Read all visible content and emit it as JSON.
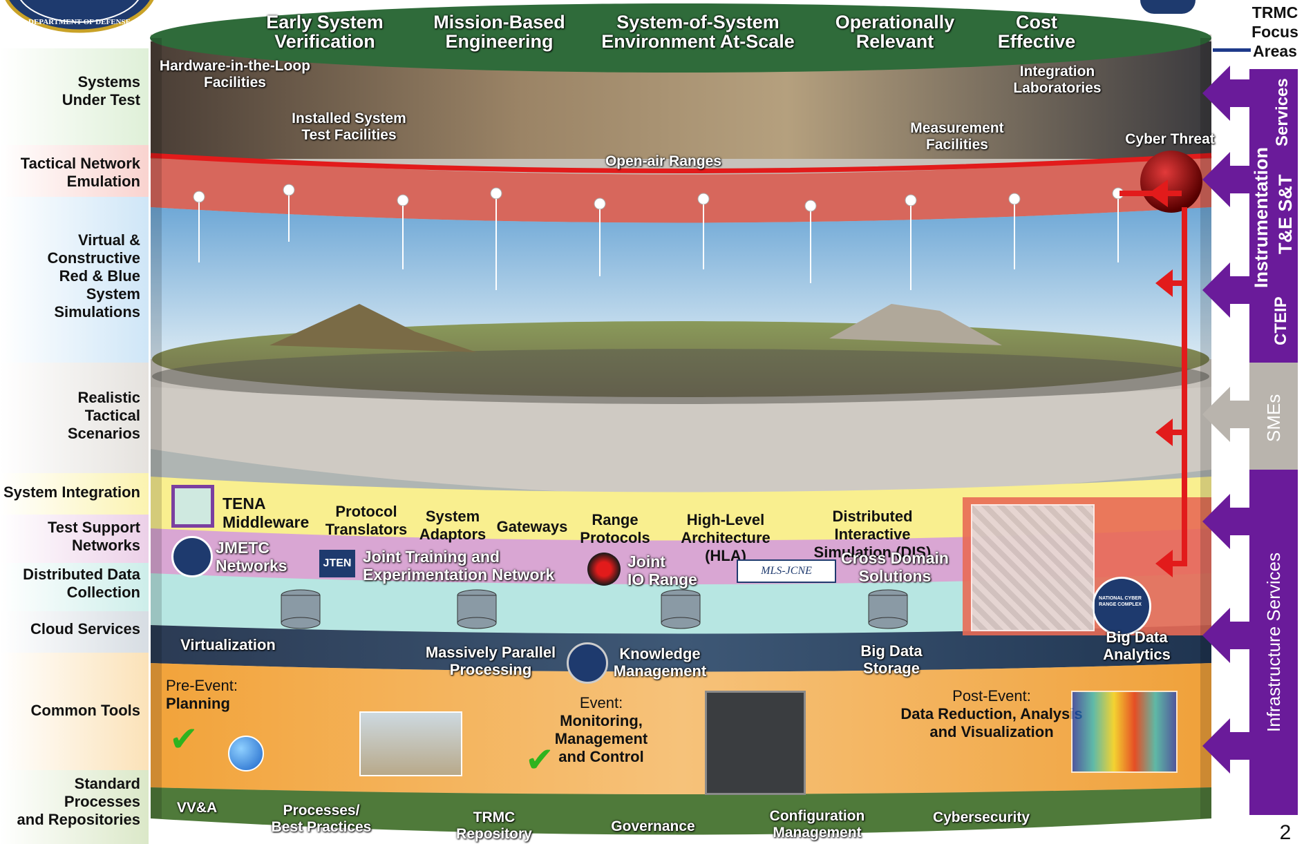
{
  "header": {
    "line1": "TRMC",
    "line2": "Focus",
    "line3": "Areas"
  },
  "logo": {
    "text": "DEPARTMENT OF DEFENSE"
  },
  "focus_areas": [
    {
      "line1": "Early System",
      "line2": "Verification"
    },
    {
      "line1": "Mission-Based",
      "line2": "Engineering"
    },
    {
      "line1": "System-of-System",
      "line2": "Environment At-Scale"
    },
    {
      "line1": "Operationally",
      "line2": "Relevant"
    },
    {
      "line1": "Cost",
      "line2": "Effective"
    }
  ],
  "left_labels": [
    {
      "line1": "Systems",
      "line2": "Under Test"
    },
    {
      "line1": "Tactical Network",
      "line2": "Emulation"
    },
    {
      "line1": "Virtual &",
      "line2": "Constructive",
      "line3": "Red & Blue",
      "line4": "System",
      "line5": "Simulations"
    },
    {
      "line1": "Realistic",
      "line2": "Tactical",
      "line3": "Scenarios"
    },
    {
      "line1": "System Integration"
    },
    {
      "line1": "Test Support",
      "line2": "Networks"
    },
    {
      "line1": "Distributed Data",
      "line2": "Collection"
    },
    {
      "line1": "Cloud Services"
    },
    {
      "line1": "Common Tools"
    },
    {
      "line1": "Standard Processes",
      "line2": "and Repositories"
    }
  ],
  "sut": {
    "hitl": {
      "line1": "Hardware-in-the-Loop",
      "line2": "Facilities"
    },
    "installed": {
      "line1": "Installed System",
      "line2": "Test Facilities"
    },
    "openair": "Open-air Ranges",
    "measurement": {
      "line1": "Measurement",
      "line2": "Facilities"
    },
    "integration": {
      "line1": "Integration",
      "line2": "Laboratories"
    },
    "cyber": "Cyber Threat"
  },
  "integration_row": {
    "tena": {
      "line1": "TENA",
      "line2": "Middleware"
    },
    "items": [
      {
        "line1": "Protocol",
        "line2": "Translators"
      },
      {
        "line1": "System",
        "line2": "Adaptors"
      },
      {
        "line1": "Gateways",
        "line2": ""
      },
      {
        "line1": "Range",
        "line2": "Protocols"
      },
      {
        "line1": "High-Level",
        "line2": "Architecture (HLA)"
      },
      {
        "line1": "Distributed Interactive",
        "line2": "Simulation (DIS)"
      }
    ]
  },
  "networks_row": {
    "jmetc": {
      "line1": "JMETC",
      "line2": "Networks"
    },
    "jten_badge": "JTEN",
    "jten": {
      "line1": "Joint Training and",
      "line2": "Experimentation Network"
    },
    "jior": {
      "line1": "Joint",
      "line2": "IO Range"
    },
    "mls_badge": "MLS-JCNE",
    "cds": {
      "line1": "Cross Domain",
      "line2": "Solutions"
    },
    "ncrc": "NATIONAL CYBER RANGE COMPLEX"
  },
  "cloud_row": {
    "virt": "Virtualization",
    "mpp": {
      "line1": "Massively Parallel",
      "line2": "Processing"
    },
    "km": {
      "line1": "Knowledge",
      "line2": "Management"
    },
    "bds": {
      "line1": "Big Data",
      "line2": "Storage"
    },
    "bda": {
      "line1": "Big Data",
      "line2": "Analytics"
    }
  },
  "tools_row": {
    "pre": {
      "line1": "Pre-Event:",
      "line2": "Planning"
    },
    "event": {
      "line1": "Event:",
      "line2": "Monitoring, Management",
      "line3": "and Control"
    },
    "post": {
      "line1": "Post-Event:",
      "line2": "Data Reduction, Analysis",
      "line3": "and Visualization"
    }
  },
  "process_row": [
    {
      "line1": "VV&A",
      "line2": ""
    },
    {
      "line1": "Processes/",
      "line2": "Best Practices"
    },
    {
      "line1": "TRMC",
      "line2": "Repository"
    },
    {
      "line1": "Governance",
      "line2": ""
    },
    {
      "line1": "Configuration",
      "line2": "Management"
    },
    {
      "line1": "Cybersecurity",
      "line2": ""
    }
  ],
  "right_rail": {
    "services": "Services",
    "ie_line1": "Instrumentation",
    "ie_line2": "T&E S&T",
    "cteip": "CTEIP",
    "smes": "SMEs",
    "infra": "Infrastructure Services"
  },
  "page_number": "2",
  "colors": {
    "green": "#2f6b3a",
    "purple": "#6a1b9a",
    "red": "#e21b1b",
    "gray": "#b9b4ad",
    "orange": "#f2a33a"
  }
}
